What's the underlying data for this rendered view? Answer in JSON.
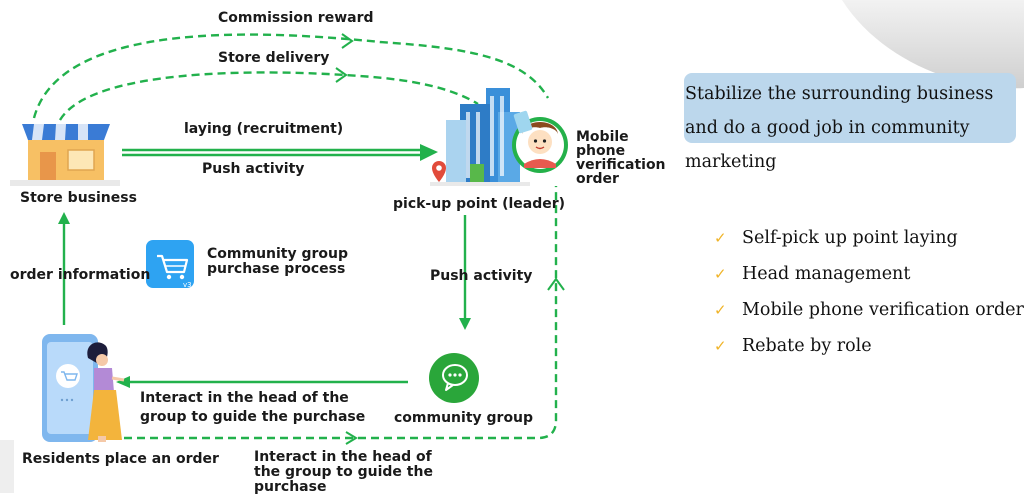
{
  "labels": {
    "commission_reward": "Commission reward",
    "store_delivery": "Store delivery",
    "laying_recruitment": "laying (recruitment)",
    "push_activity_top": "Push activity",
    "store_business": "Store business",
    "pickup_point": "pick-up point (leader)",
    "mobile_verification": "Mobile phone verification order",
    "order_information": "order information",
    "process_title": "Community group purchase process",
    "push_activity_mid": "Push activity",
    "interact_guide_mid": "Interact in the head of the group to guide the purchase",
    "community_group": "community group",
    "residents_order": "Residents place an order",
    "interact_guide_bottom": "Interact in the head of the group to guide the purchase"
  },
  "panel": {
    "title": "Stabilize the surrounding business and do a good job in community marketing",
    "features": [
      "Self-pick up point laying",
      "Head management",
      "Mobile phone verification order",
      "Rebate by role"
    ]
  },
  "icons": {
    "app_badge": "v3"
  },
  "colors": {
    "flow_green": "#22b14c",
    "panel_blue": "#bcd7ec",
    "check_gold": "#f0b429",
    "wechat_green": "#2aa63a",
    "app_blue": "#2ea3f2"
  }
}
